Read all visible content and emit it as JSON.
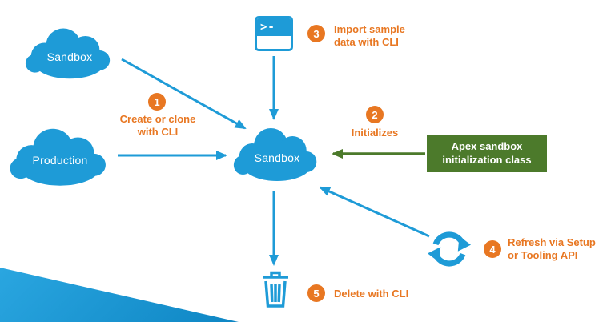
{
  "colors": {
    "blue": "#1E9BD7",
    "orange": "#E87722",
    "green": "#4C7A2B"
  },
  "nodes": {
    "sandbox_top": {
      "label": "Sandbox"
    },
    "production": {
      "label": "Production"
    },
    "sandbox_center": {
      "label": "Sandbox"
    },
    "apex_class": {
      "label": "Apex sandbox initialization class"
    }
  },
  "icons": {
    "terminal": {
      "prompt": ">-"
    }
  },
  "steps": [
    {
      "num": "1",
      "label": "Create or clone with CLI"
    },
    {
      "num": "2",
      "label": "Initializes"
    },
    {
      "num": "3",
      "label": "Import sample data with CLI"
    },
    {
      "num": "4",
      "label": "Refresh via Setup or Tooling API"
    },
    {
      "num": "5",
      "label": "Delete with CLI"
    }
  ]
}
